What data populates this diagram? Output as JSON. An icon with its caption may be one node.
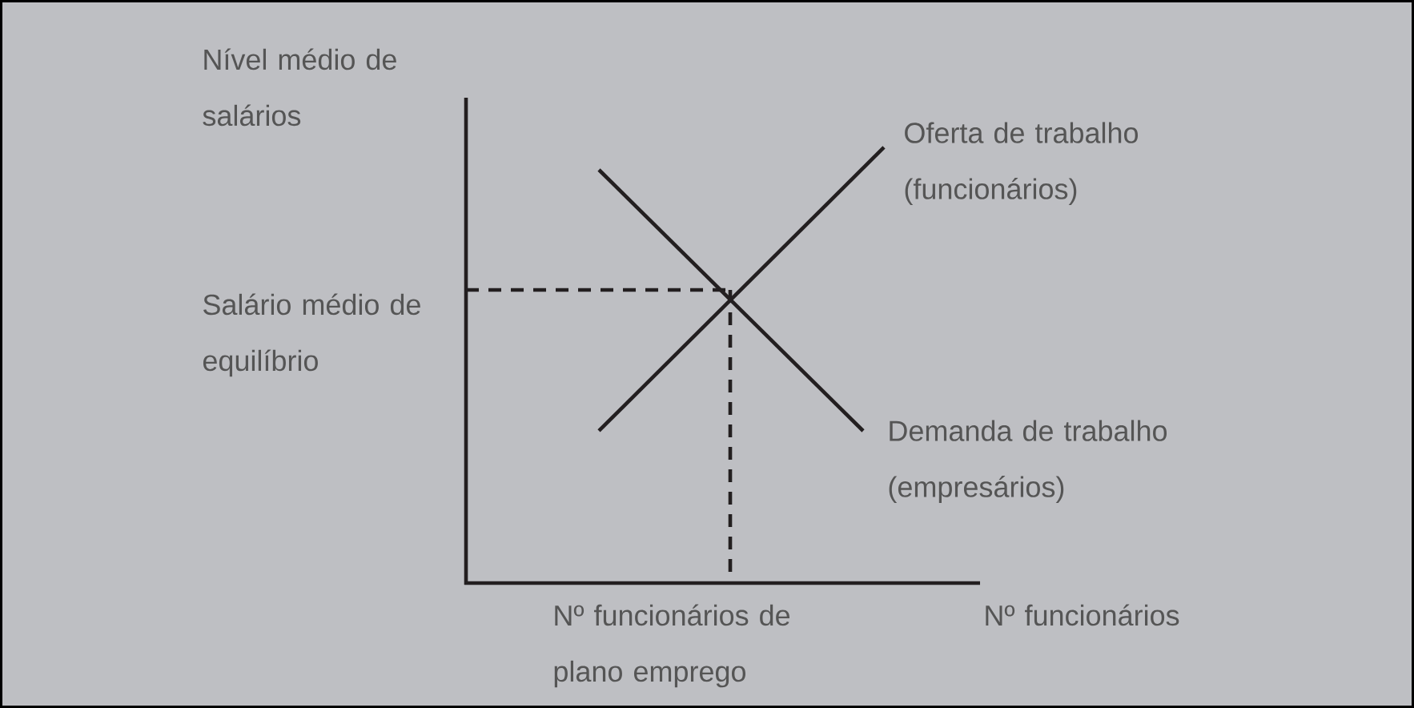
{
  "diagram": {
    "labels": [
      "Nível médio de salários",
      "Oferta de trabalho (funcionários)",
      "Salário médio de equilíbrio",
      "Demanda de trabalho (empresários)",
      "Nº funcionários de plano emprego",
      "Nº funcionários"
    ]
  }
}
